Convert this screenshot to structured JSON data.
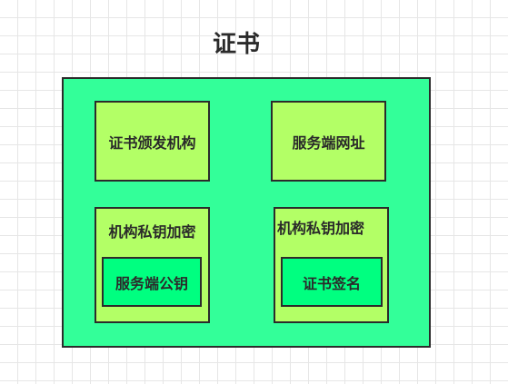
{
  "title": "证书",
  "container": {
    "issuer": "证书颁发机构",
    "server_url": "服务端网址",
    "left_encrypt": {
      "label": "机构私钥加密",
      "inner": "服务端公钥"
    },
    "right_encrypt": {
      "label": "机构私钥加密",
      "inner": "证书签名"
    }
  },
  "colors": {
    "outer_fill": "#33ff99",
    "box_fill": "#b3ff66",
    "inner_fill": "#00ff80",
    "stroke": "#2b2b2b"
  }
}
